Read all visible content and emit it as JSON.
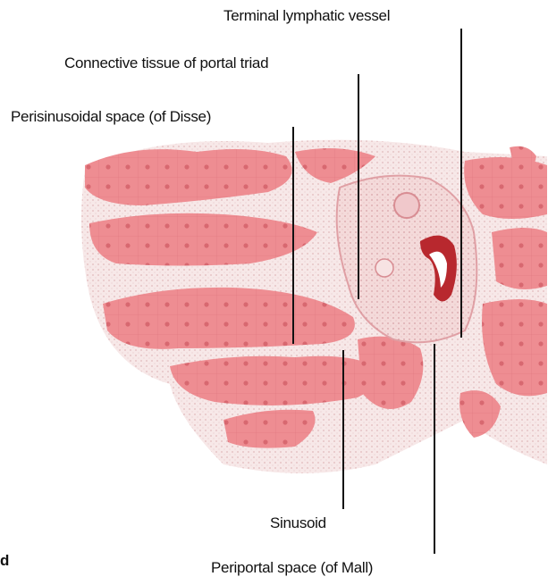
{
  "labels": {
    "terminal_lymphatic": "Terminal lymphatic vessel",
    "connective_tissue": "Connective tissue of portal triad",
    "perisinusoidal": "Perisinusoidal space (of Disse)",
    "sinusoid": "Sinusoid",
    "periportal": "Periportal space (of Mall)"
  },
  "edge_fragments": {
    "bottom_left": "d"
  },
  "colors": {
    "hepatocyte": "#ee8d92",
    "hepatocyte_dark": "#d86a72",
    "stroma": "#f7e3e3",
    "vessel": "#b8282e",
    "leader": "#111111"
  }
}
